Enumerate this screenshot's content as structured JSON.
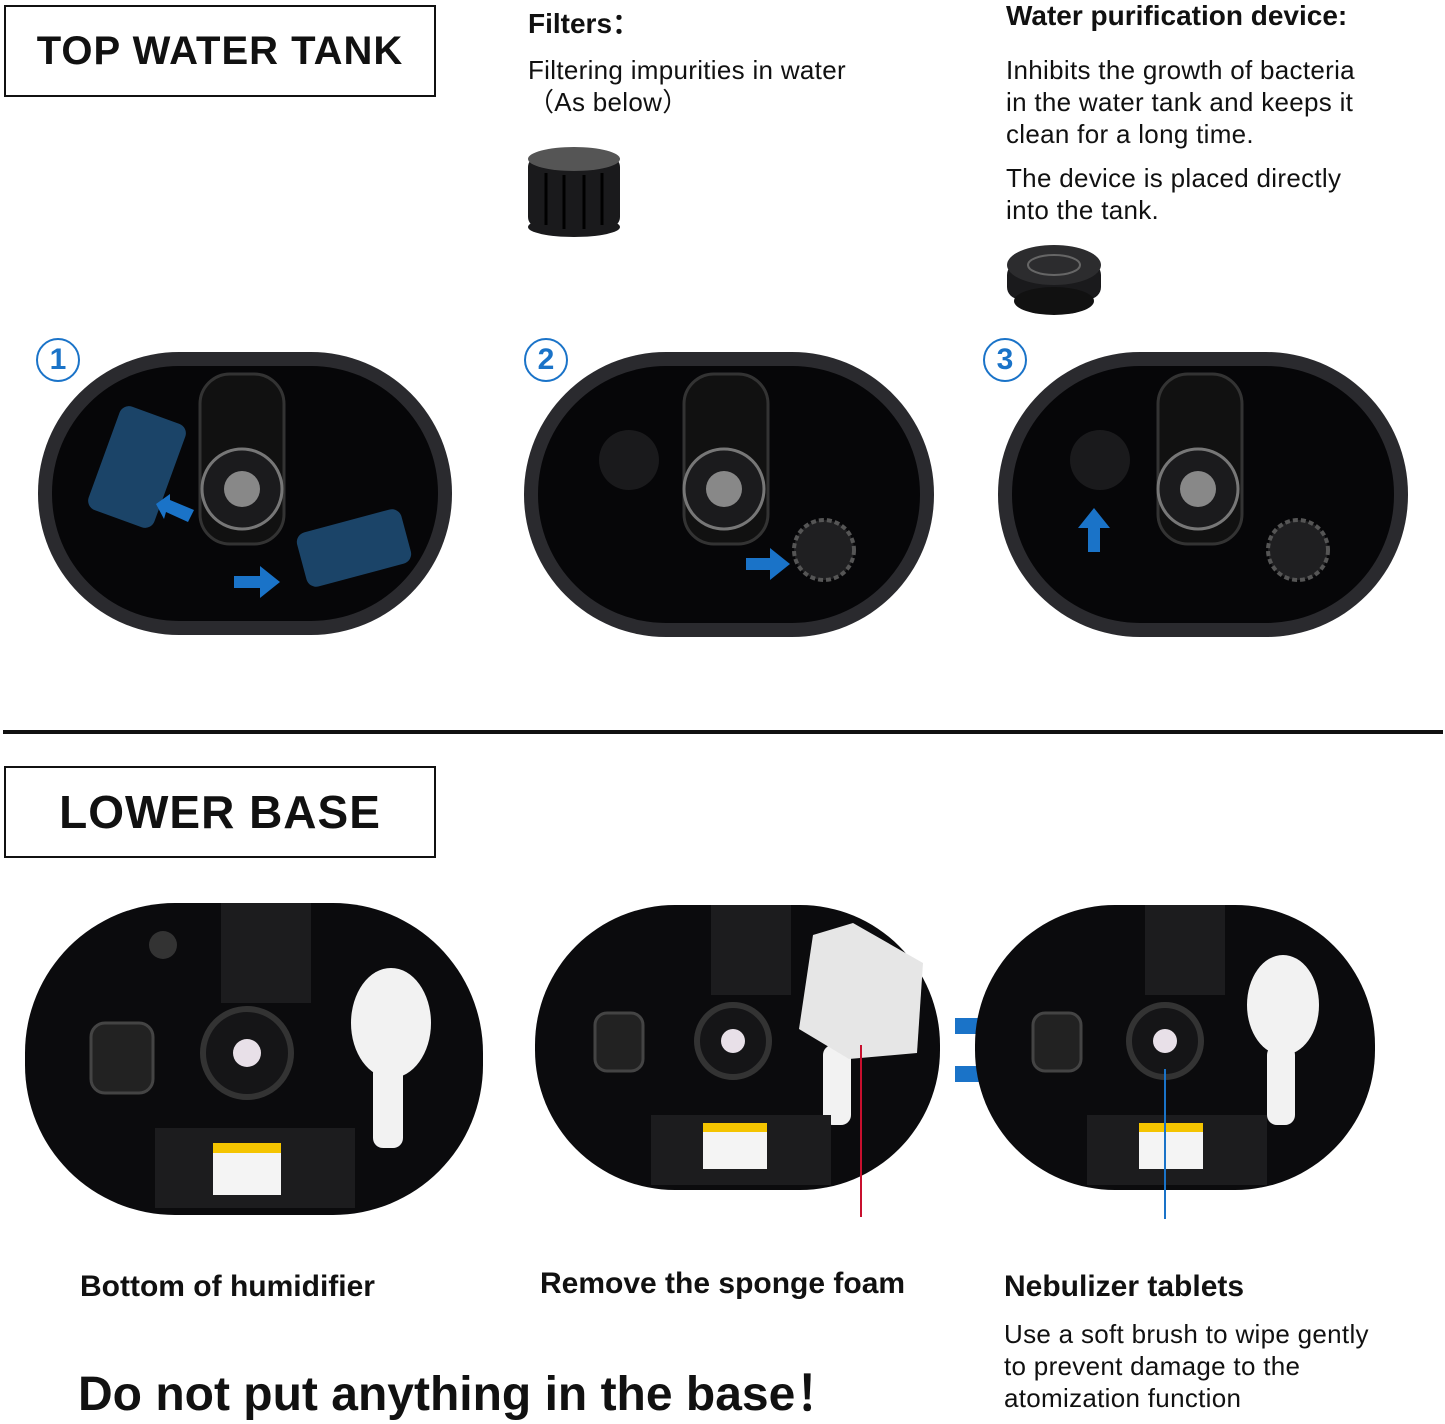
{
  "top_section": {
    "title": "TOP WATER TANK",
    "filters": {
      "heading": "Filters：",
      "line1": "Filtering impurities in water",
      "line2": "（As below）"
    },
    "purifier": {
      "heading": "Water purification device:",
      "line1": "Inhibits the growth of bacteria",
      "line2": "in the water tank and  keeps it",
      "line3": "clean for a long time.",
      "line4": "The device is placed directly",
      "line5": "into the tank."
    },
    "steps": [
      "1",
      "2",
      "3"
    ]
  },
  "lower_section": {
    "title": "LOWER BASE",
    "captions": {
      "bottom": "Bottom of humidifier",
      "sponge": "Remove the sponge foam",
      "nebulizer": "Nebulizer tablets"
    },
    "nebulizer_note": {
      "line1": "Use a soft brush to wipe gently",
      "line2": "to prevent damage to the",
      "line3": "atomization function"
    },
    "warning": "Do not put anything in the base！"
  },
  "colors": {
    "accent_blue": "#1a73c8",
    "tank_black": "#0b0b0d",
    "pointer_red": "#c8102e"
  }
}
